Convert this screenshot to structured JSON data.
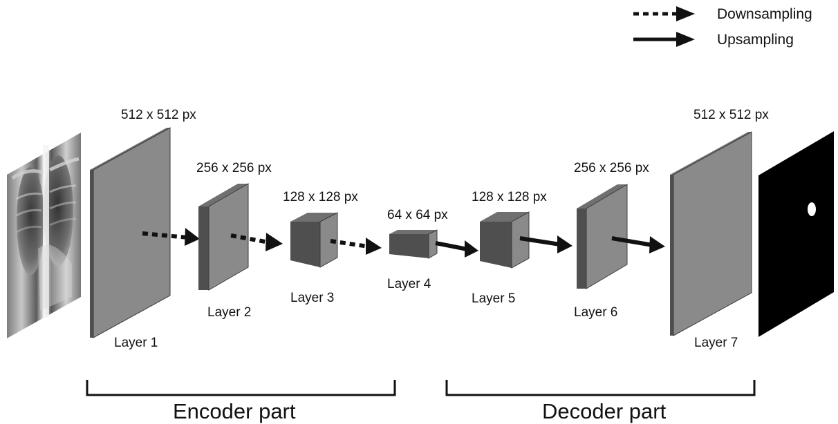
{
  "legend": {
    "downsampling_label": "Downsampling",
    "upsampling_label": "Upsampling"
  },
  "layers": [
    {
      "name": "Layer 1",
      "size": "512 x 512 px"
    },
    {
      "name": "Layer 2",
      "size": "256 x 256 px"
    },
    {
      "name": "Layer 3",
      "size": "128 x 128 px"
    },
    {
      "name": "Layer 4",
      "size": "64 x 64 px"
    },
    {
      "name": "Layer 5",
      "size": "128 x 128 px"
    },
    {
      "name": "Layer 6",
      "size": "256 x 256 px"
    },
    {
      "name": "Layer 7",
      "size": "512 x 512 px"
    }
  ],
  "sections": {
    "encoder_label": "Encoder part",
    "decoder_label": "Decoder part"
  },
  "colors": {
    "front_face": "#8a8a8a",
    "side_face": "#4f4f4f",
    "top_face": "#707070",
    "arrow": "#111111",
    "mask_background": "#000000",
    "mask_foreground": "#ffffff"
  },
  "images": {
    "input_image": "chest-xray-icon",
    "output_image": "segmentation-mask-icon"
  }
}
